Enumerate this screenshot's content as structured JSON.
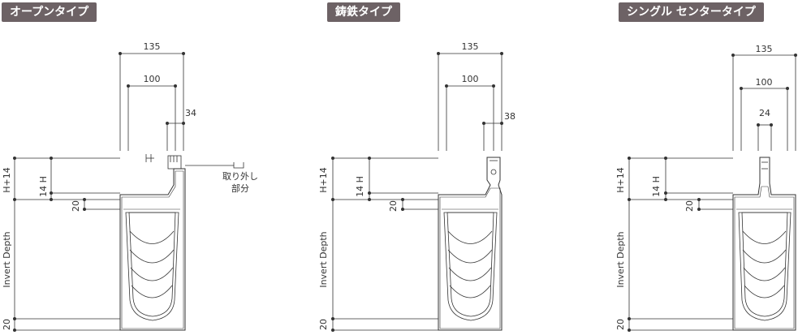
{
  "tags": {
    "open": "オープンタイプ",
    "cast": "鋳鉄タイプ",
    "single": "シングル センタータイプ"
  },
  "open": {
    "w135": "135",
    "w100": "100",
    "w34": "34",
    "h14": "H+14",
    "h14b": "14 H",
    "d20a": "20",
    "invert": "Invert Depth",
    "d20b": "20",
    "removable_line1": "取り外し",
    "removable_line2": "部分"
  },
  "cast": {
    "w135": "135",
    "w100": "100",
    "w38": "38",
    "h14": "H+14",
    "h14b": "14 H",
    "d20a": "20",
    "invert": "Invert Depth",
    "d20b": "20"
  },
  "single": {
    "w135": "135",
    "w100": "100",
    "w24": "24",
    "h14": "H+14",
    "h14b": "14 H",
    "d20a": "20",
    "invert": "Invert Depth",
    "d20b": "20"
  }
}
